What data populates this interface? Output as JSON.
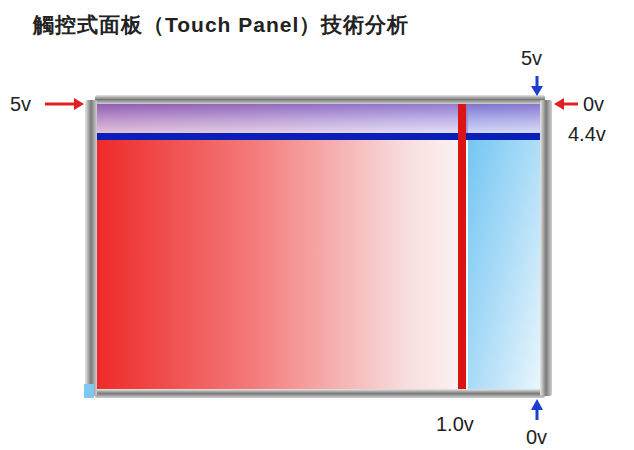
{
  "diagram": {
    "title": "觸控式面板（Touch Panel）技術分析",
    "labels": [
      "5v",
      "5v",
      "0v",
      "4.4v",
      "1.0v",
      "0v"
    ]
  }
}
